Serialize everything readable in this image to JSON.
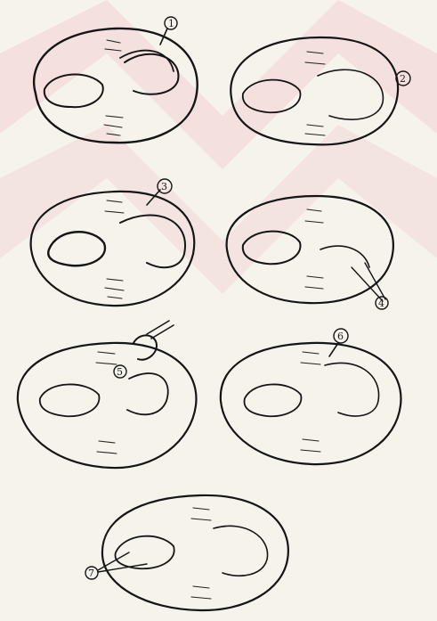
{
  "figures": [
    {
      "id": "1",
      "callout": "1"
    },
    {
      "id": "2",
      "callout": "2"
    },
    {
      "id": "3",
      "callout": "3"
    },
    {
      "id": "4",
      "callout": "4"
    },
    {
      "id": "5",
      "callout": "5"
    },
    {
      "id": "6",
      "callout": "6"
    },
    {
      "id": "7",
      "callout": "7"
    }
  ],
  "colors": {
    "ink": "#151515",
    "paper": "#f6f3ec",
    "watermark": "#f2c9cf"
  }
}
